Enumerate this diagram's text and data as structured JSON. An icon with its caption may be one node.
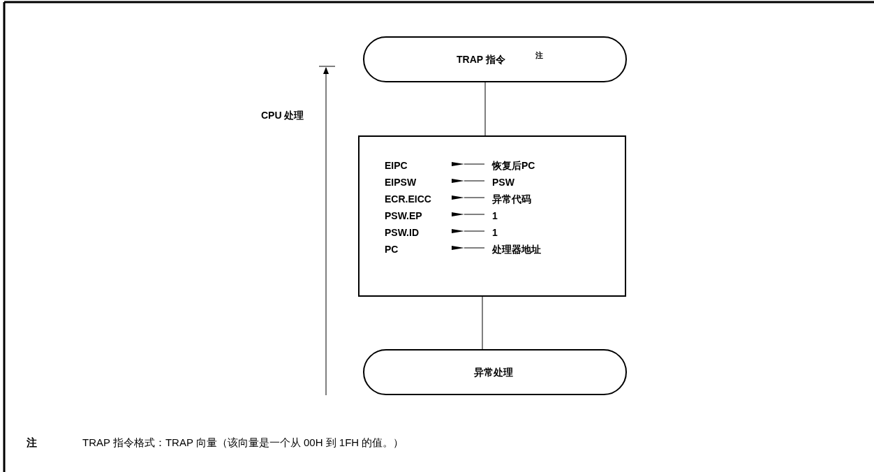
{
  "diagram": {
    "nodes": [
      {
        "text": [
          "TRAP 指令",
          "注"
        ]
      },
      {
        "text": [
          "EIPC",
          "恢复后PC",
          "EIPSW",
          "PSW",
          "ECR.EICC",
          "异常代码",
          "PSW.EP",
          "1",
          "PSW.ID",
          "1",
          "PC",
          "处理器地址"
        ]
      },
      {
        "text": [
          "异常处理"
        ]
      }
    ],
    "edges": [
      {
        "from": 0,
        "to": 1,
        "arrow": "none"
      },
      {
        "from": 1,
        "to": 2,
        "arrow": "none"
      }
    ],
    "labels": [
      "CPU 处理",
      "注",
      "TRAP 指令格式：TRAP 向量（该向量是一个从 00H 到 1FH 的值。）"
    ]
  }
}
